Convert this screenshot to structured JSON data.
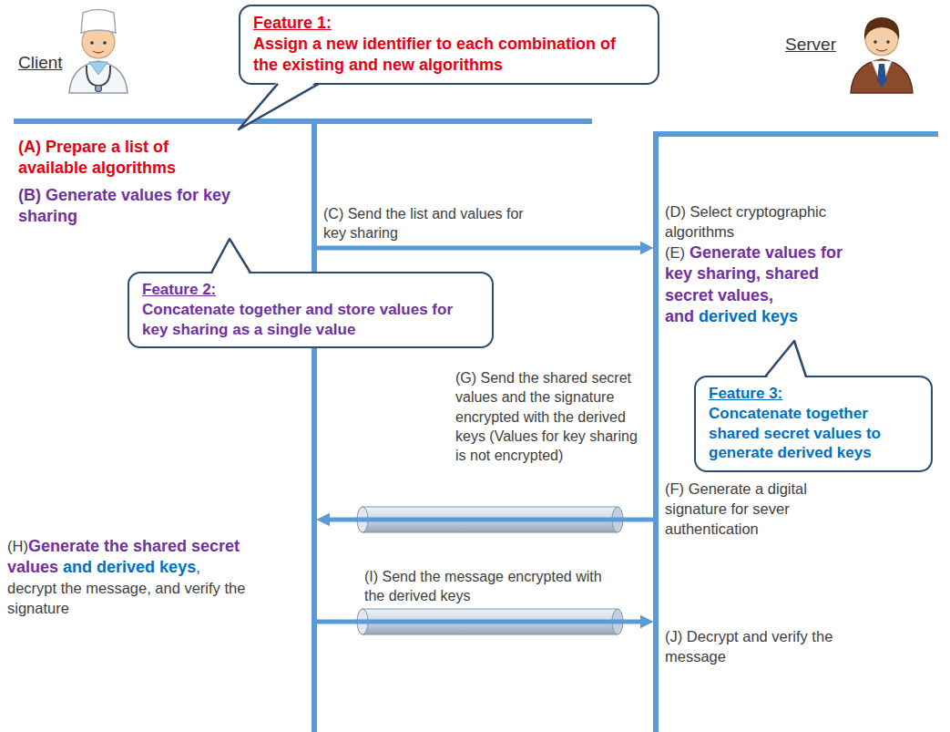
{
  "diagram": {
    "nodes": [
      {
        "text": [
          "Client"
        ]
      },
      {
        "text": [
          "Feature 1:",
          "Assign a new identifier to each combination of the existing and new algorithms"
        ]
      },
      {
        "text": [
          "Server"
        ]
      },
      {
        "text": [
          "Feature 2:",
          "Concatenate together and store values for key sharing as a single value"
        ]
      },
      {
        "text": [
          "Feature 3:",
          "Concatenate together shared secret values to generate derived keys"
        ]
      }
    ],
    "edges": [
      {
        "from": 0,
        "to": 2,
        "label": "(C) Send the list and values for key sharing",
        "arrow": "to"
      },
      {
        "from": 2,
        "to": 0,
        "label": "(G) Send the shared secret values and the signature encrypted with the derived keys (Values for key sharing is not encrypted)",
        "arrow": "to"
      },
      {
        "from": 0,
        "to": 2,
        "label": "(I) Send the message encrypted with the derived keys",
        "arrow": "to"
      }
    ],
    "labels": [
      "(A) Prepare a list of available algorithms",
      "(B) Generate values for key sharing",
      "(D) Select cryptographic algorithms",
      "(E)",
      "Generate values for key sharing, shared secret values, and",
      "derived keys",
      "(F) Generate a digital signature for sever authentication",
      "(H)",
      "Generate the shared secret values",
      "and derived keys",
      ", decrypt the message, and verify the signature",
      "(J) Decrypt and verify the message"
    ]
  }
}
